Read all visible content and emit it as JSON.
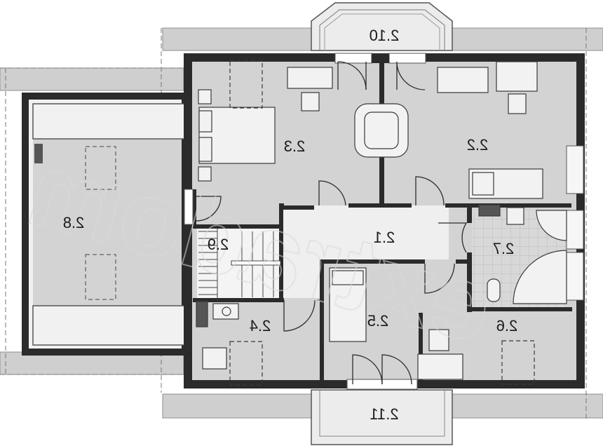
{
  "floor_plan": {
    "rooms": {
      "hall": "2.1",
      "bedroom_east": "2.2",
      "bedroom_master": "2.3",
      "bedroom_southwest": "2.4",
      "bedroom_south": "2.5",
      "bedroom_southeast": "2.6",
      "bathroom": "2.7",
      "attic_storage": "2.8",
      "staircase": "2.9",
      "bay_balcony_north": "2.10",
      "balcony_south": "2.11"
    },
    "watermark": "extradom",
    "text_orientation": "mirrored",
    "colors": {
      "wall": "#2b2b2b",
      "room_fill": "#d3d3d3",
      "hall_fill": "#efefef",
      "roof_band": "#c8c8c8",
      "tile_grid": "#bdbdbd",
      "furniture_stroke": "#3a3a3a"
    }
  }
}
